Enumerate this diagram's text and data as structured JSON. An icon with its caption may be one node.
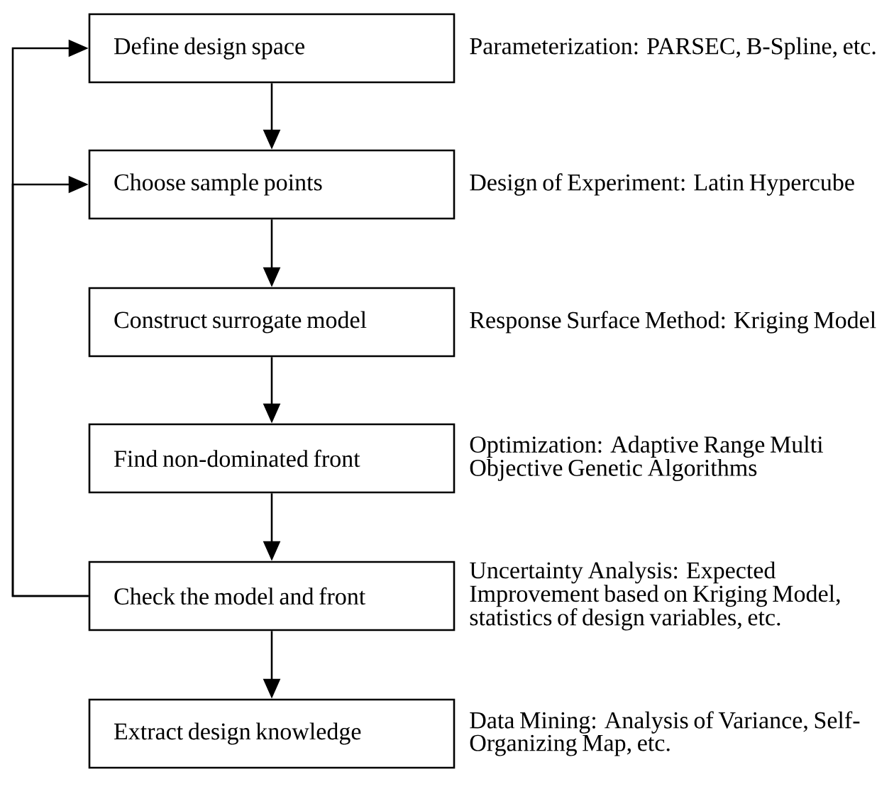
{
  "diagram": {
    "nodes": [
      {
        "text": [
          "Define design space"
        ],
        "beside": [
          "Parameterization: PARSEC, B-Spline, etc."
        ]
      },
      {
        "text": [
          "Choose sample points"
        ],
        "beside": [
          "Design of Experiment: Latin Hypercube"
        ]
      },
      {
        "text": [
          "Construct surrogate model"
        ],
        "beside": [
          "Response Surface Method: Kriging Model"
        ]
      },
      {
        "text": [
          "Find non-dominated front"
        ],
        "beside": [
          "Optimization: Adaptive Range Multi Objective Genetic Algorithms"
        ]
      },
      {
        "text": [
          "Check the model and front"
        ],
        "beside": [
          "Uncertainty Analysis: Expected Improvement based on Kriging Model, statistics of design variables, etc."
        ]
      },
      {
        "text": [
          "Extract design knowledge"
        ],
        "beside": [
          "Data Mining: Analysis of Variance, Self-Organizing Map, etc."
        ]
      }
    ],
    "edges": [
      {
        "from": 0,
        "to": 1,
        "arrow": "to"
      },
      {
        "from": 1,
        "to": 2,
        "arrow": "to"
      },
      {
        "from": 2,
        "to": 3,
        "arrow": "to"
      },
      {
        "from": 3,
        "to": 4,
        "arrow": "to"
      },
      {
        "from": 4,
        "to": 5,
        "arrow": "to"
      },
      {
        "from": 4,
        "to": 0,
        "arrow": "to"
      },
      {
        "from": 4,
        "to": 1,
        "arrow": "to"
      }
    ]
  }
}
